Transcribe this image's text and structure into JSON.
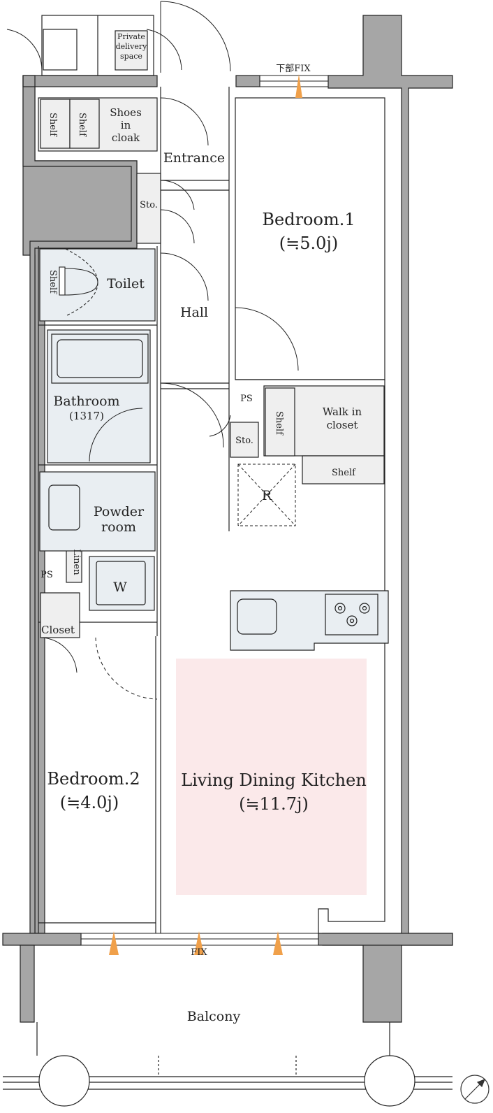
{
  "floor_plan": {
    "colors": {
      "wall": "#a6a6a6",
      "wall_stroke": "#222222",
      "wet_area": "#e9eef2",
      "storage": "#efefef",
      "ldk_highlight": "#fbe9ea",
      "window_arrow": "#f0a04a"
    },
    "rooms": {
      "private_delivery_line1": "Private",
      "private_delivery_line2": "delivery",
      "private_delivery_line3": "space",
      "shoes_line1": "Shoes",
      "shoes_line2": "in",
      "shoes_line3": "cloak",
      "shelf": "Shelf",
      "entrance": "Entrance",
      "sto": "Sto.",
      "bedroom1": "Bedroom.1",
      "bedroom1_area": "(≒5.0j)",
      "toilet": "Toilet",
      "hall": "Hall",
      "bathroom": "Bathroom",
      "bathroom_size": "(1317)",
      "ps": "PS",
      "walk_in_line1": "Walk in",
      "walk_in_line2": "closet",
      "refrigerator": "R",
      "powder_line1": "Powder",
      "powder_line2": "room",
      "linen": "Linen",
      "washer": "W",
      "closet": "Closet",
      "bedroom2": "Bedroom.2",
      "bedroom2_area": "(≒4.0j)",
      "ldk": "Living Dining Kitchen",
      "ldk_area": "(≒11.7j)",
      "fix_top": "下部FIX",
      "fix_bottom": "FIX",
      "balcony": "Balcony"
    },
    "compass_icon": "north-arrow-icon"
  }
}
